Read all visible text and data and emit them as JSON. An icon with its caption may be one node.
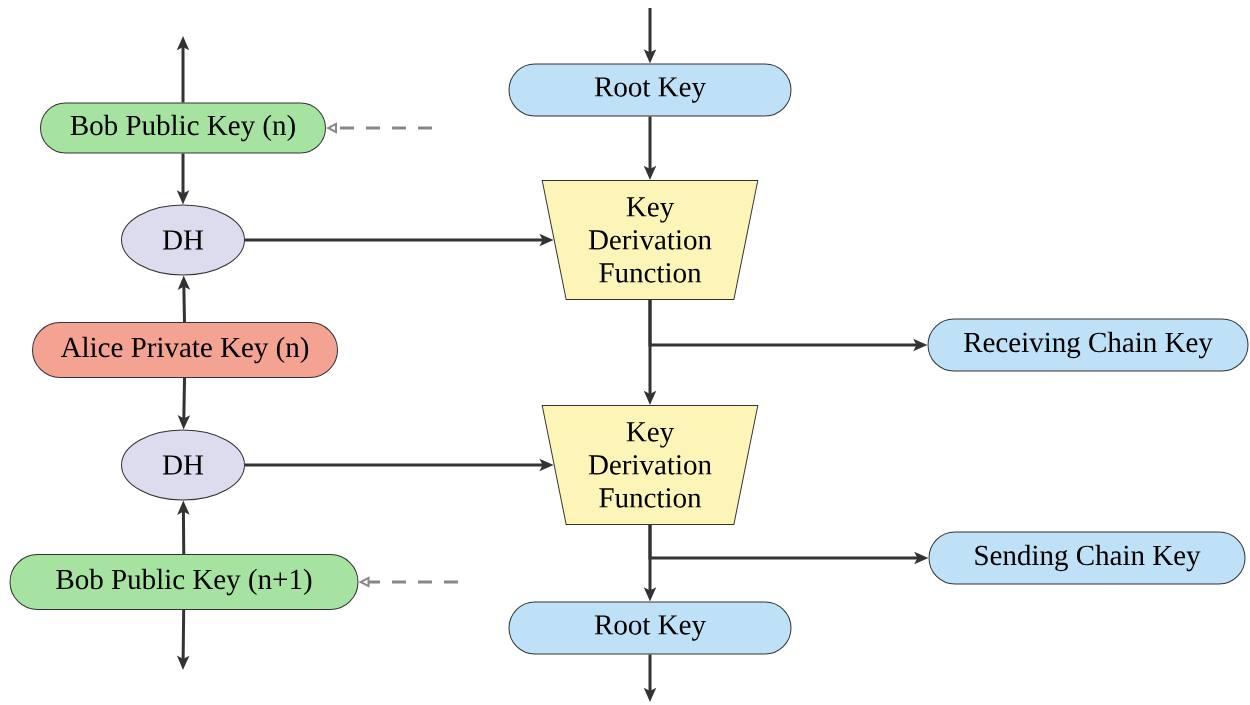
{
  "diagram": {
    "nodes": [
      {
        "text": [
          "Bob Public Key (n)"
        ]
      },
      {
        "text": [
          "DH"
        ]
      },
      {
        "text": [
          "Alice Private Key (n)"
        ]
      },
      {
        "text": [
          "DH"
        ]
      },
      {
        "text": [
          "Bob Public Key (n+1)"
        ]
      },
      {
        "text": [
          "Root Key"
        ]
      },
      {
        "text": [
          "Key Derivation Function"
        ]
      },
      {
        "text": [
          "Receiving Chain Key"
        ]
      },
      {
        "text": [
          "Key Derivation Function"
        ]
      },
      {
        "text": [
          "Sending Chain Key"
        ]
      },
      {
        "text": [
          "Root Key"
        ]
      }
    ],
    "edges": [
      {
        "from": 0,
        "to": null,
        "arrow": "to"
      },
      {
        "from": null,
        "to": 0,
        "arrow": "to",
        "style": "dashed",
        "color": "#888888"
      },
      {
        "from": 0,
        "to": 1,
        "arrow": "to"
      },
      {
        "from": 2,
        "to": 1,
        "arrow": "to"
      },
      {
        "from": 2,
        "to": 3,
        "arrow": "to"
      },
      {
        "from": 4,
        "to": 3,
        "arrow": "to"
      },
      {
        "from": 4,
        "to": null,
        "arrow": "to"
      },
      {
        "from": null,
        "to": 4,
        "arrow": "to",
        "style": "dashed",
        "color": "#888888"
      },
      {
        "from": null,
        "to": 5,
        "arrow": "to"
      },
      {
        "from": 5,
        "to": 6,
        "arrow": "to"
      },
      {
        "from": 1,
        "to": 6,
        "arrow": "to"
      },
      {
        "from": 6,
        "to": 7,
        "arrow": "to"
      },
      {
        "from": 6,
        "to": 8,
        "arrow": "to"
      },
      {
        "from": 3,
        "to": 8,
        "arrow": "to"
      },
      {
        "from": 8,
        "to": 9,
        "arrow": "to"
      },
      {
        "from": 8,
        "to": 10,
        "arrow": "to"
      },
      {
        "from": 10,
        "to": null,
        "arrow": "to"
      }
    ]
  }
}
